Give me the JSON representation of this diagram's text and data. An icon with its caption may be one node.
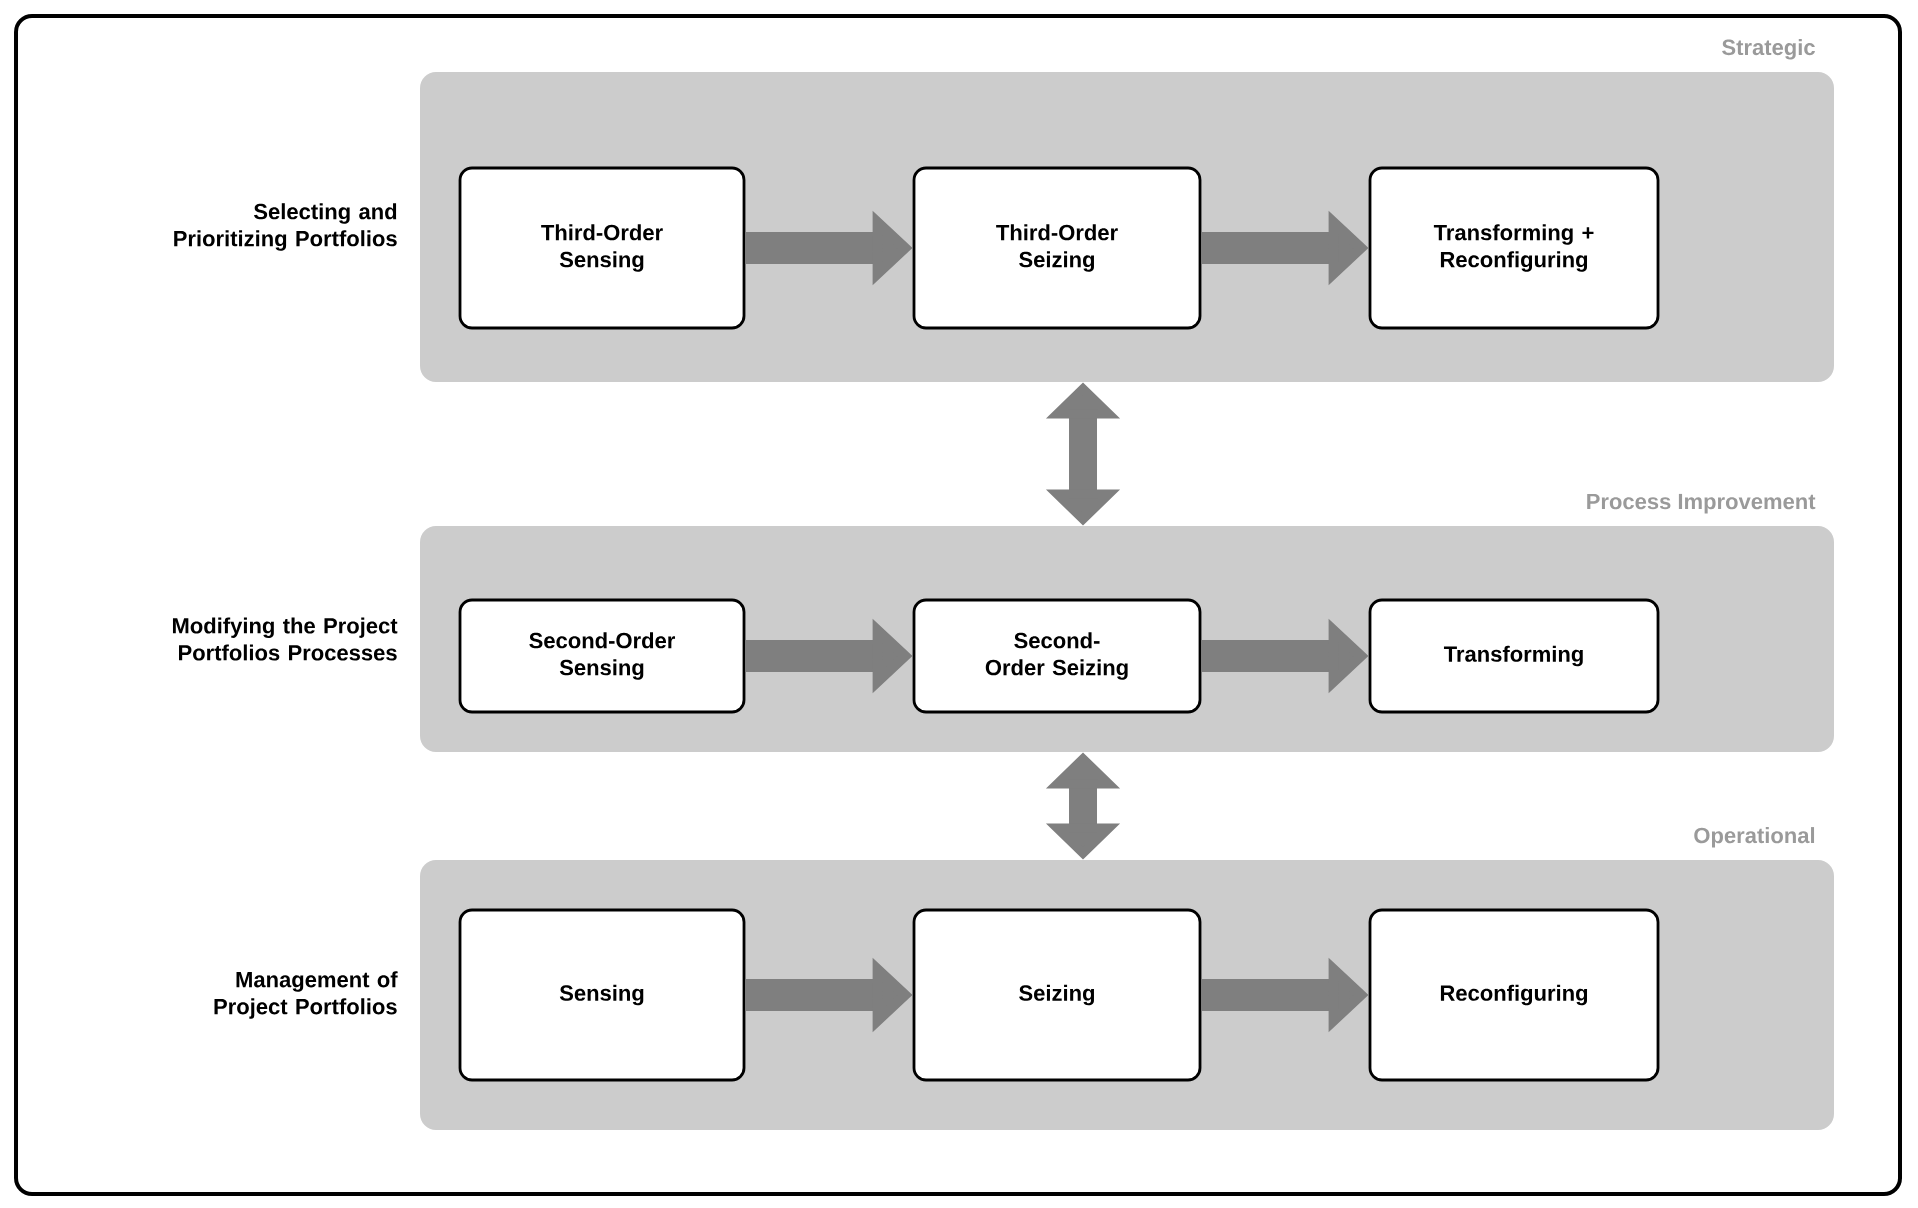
{
  "diagram": {
    "nodes": [
      {
        "text": [
          "Strategic"
        ],
        "beside": [
          "Selecting and Prioritizing Portfolios"
        ]
      },
      {
        "text": [
          "Third-Order Sensing"
        ],
        "in": 0
      },
      {
        "text": [
          "Third-Order Seizing"
        ],
        "in": 0
      },
      {
        "text": [
          "Transforming + Reconfiguring"
        ],
        "in": 0
      },
      {
        "text": [
          "Process Improvement"
        ],
        "beside": [
          "Modifying the Project Portfolios Processes"
        ]
      },
      {
        "text": [
          "Second-Order Sensing"
        ],
        "in": 4
      },
      {
        "text": [
          "Second-Order Seizing"
        ],
        "in": 4
      },
      {
        "text": [
          "Transforming"
        ],
        "in": 4
      },
      {
        "text": [
          "Operational"
        ],
        "beside": [
          "Management of Project Portfolios"
        ]
      },
      {
        "text": [
          "Sensing"
        ],
        "in": 8
      },
      {
        "text": [
          "Seizing"
        ],
        "in": 8
      },
      {
        "text": [
          "Reconfiguring"
        ],
        "in": 8
      }
    ],
    "edges": [
      {
        "from": 1,
        "to": 2,
        "arrow": "to"
      },
      {
        "from": 2,
        "to": 3,
        "arrow": "to"
      },
      {
        "from": 0,
        "to": 4,
        "arrow": "both"
      },
      {
        "from": 5,
        "to": 6,
        "arrow": "to"
      },
      {
        "from": 6,
        "to": 7,
        "arrow": "to"
      },
      {
        "from": 4,
        "to": 8,
        "arrow": "both"
      },
      {
        "from": 9,
        "to": 10,
        "arrow": "to"
      },
      {
        "from": 10,
        "to": 11,
        "arrow": "to"
      }
    ]
  }
}
